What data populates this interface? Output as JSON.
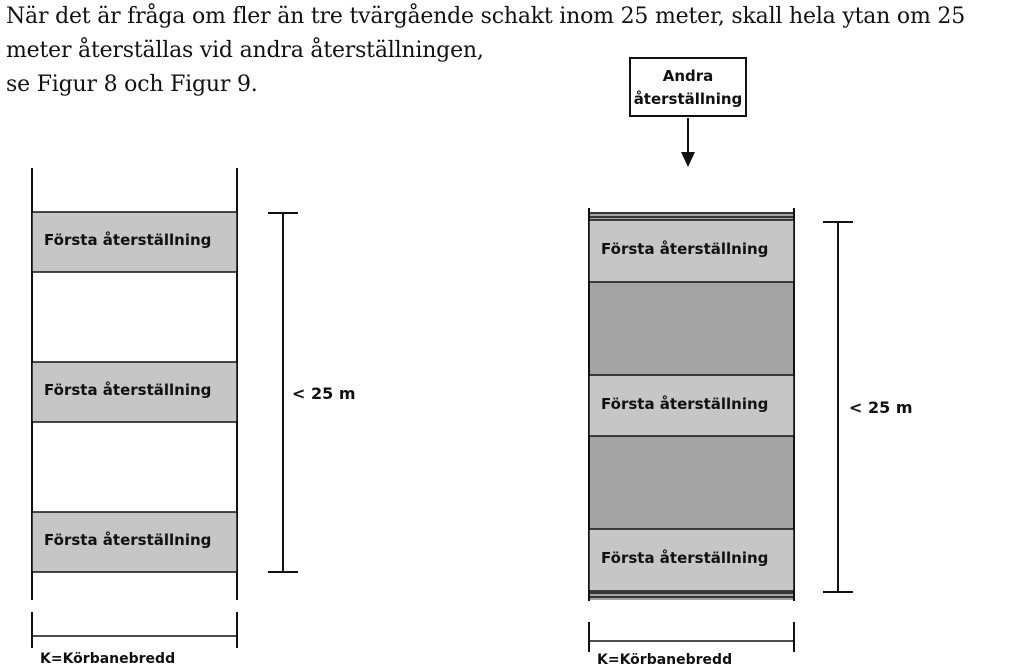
{
  "paragraph": {
    "line1": "När det är fråga om fler än tre tvärgående schakt inom 25 meter, skall hela ytan om 25",
    "line2": "meter återställas vid andra återställningen,",
    "line3": "se Figur 8 och Figur 9."
  },
  "figure_left": {
    "strips": [
      {
        "label": "Första återställning"
      },
      {
        "label": "Första återställning"
      },
      {
        "label": "Första återställning"
      }
    ],
    "dimension_label": "< 25 m",
    "width_label": "K=Körbanebredd"
  },
  "figure_right": {
    "callout_line1": "Andra",
    "callout_line2": "återställning",
    "strips": [
      {
        "label": "Första återställning"
      },
      {
        "label": "Första återställning"
      },
      {
        "label": "Första återställning"
      }
    ],
    "dimension_label": "< 25 m",
    "width_label": "K=Körbanebredd"
  },
  "colors": {
    "first_restoration_fill": "#c6c6c6",
    "second_restoration_fill": "#a4a4a4",
    "outline": "#111111"
  }
}
